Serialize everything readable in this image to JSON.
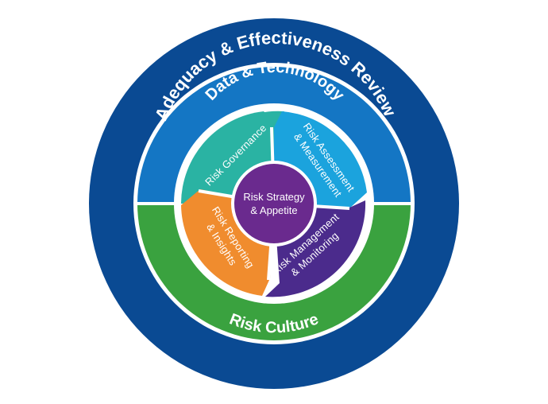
{
  "diagram": {
    "outer_ring": {
      "label": "Adequacy & Effectiveness Review"
    },
    "middle_ring": {
      "top_label": "Data & Technology",
      "bottom_label": "Risk Culture"
    },
    "segments": {
      "governance": {
        "label": "Risk Governance"
      },
      "assessment": {
        "line1": "Risk Assessment",
        "line2": "& Measurement"
      },
      "reporting": {
        "line1": "Risk Reporting",
        "line2": "& Insights"
      },
      "management": {
        "line1": "Risk Management",
        "line2": "& Monitoring"
      }
    },
    "core": {
      "line1": "Risk Strategy",
      "line2": "& Appetite"
    }
  }
}
